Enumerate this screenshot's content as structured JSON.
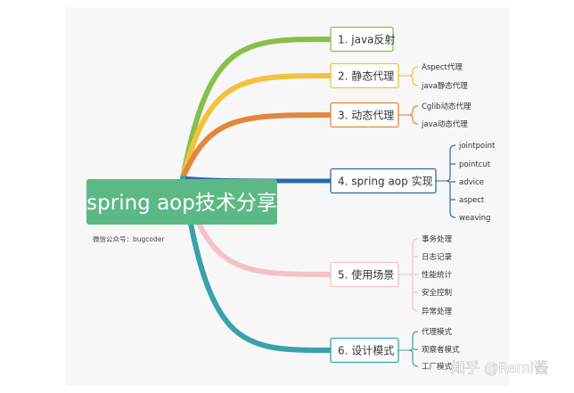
{
  "root": {
    "label": "spring aop技术分享",
    "color": "#5cb985"
  },
  "credit": "微信公众号：bugcoder",
  "watermark": "知乎 @Remi酱",
  "branches": [
    {
      "label": "1. java反射",
      "color": "#86c04a",
      "children": []
    },
    {
      "label": "2. 静态代理",
      "color": "#f3c13c",
      "children": [
        "Aspect代理",
        "java静态代理"
      ]
    },
    {
      "label": "3. 动态代理",
      "color": "#e2873c",
      "children": [
        "Cglib动态代理",
        "java动态代理"
      ]
    },
    {
      "label": "4. spring aop 实现",
      "color": "#2a6aa7",
      "children": [
        "jointpoint",
        "pointcut",
        "advice",
        "aspect",
        "weaving"
      ]
    },
    {
      "label": "5. 使用场景",
      "color": "#f6c1c4",
      "children": [
        "事务处理",
        "日志记录",
        "性能统计",
        "安全控制",
        "异常处理"
      ]
    },
    {
      "label": "6. 设计模式",
      "color": "#3aa1a8",
      "children": [
        "代理模式",
        "观察者模式",
        "工厂模式"
      ]
    }
  ]
}
